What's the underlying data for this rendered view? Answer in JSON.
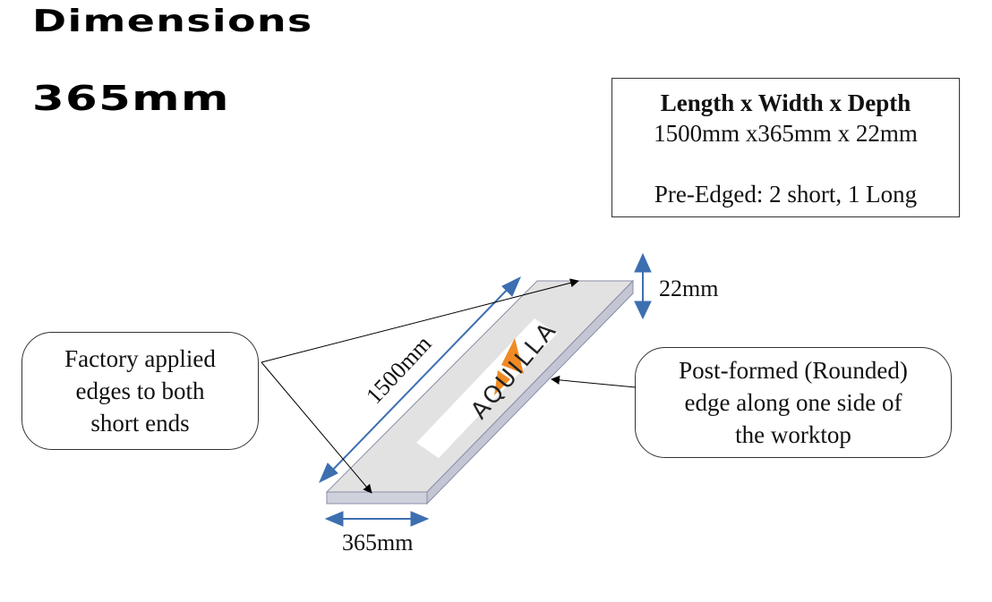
{
  "title": "Dimensions",
  "subtitle": "365mm",
  "spec_box": {
    "heading": "Length x Width x Depth",
    "size": "1500mm x365mm x 22mm",
    "edging": "Pre-Edged: 2 short, 1 Long"
  },
  "callout_left": {
    "lines": [
      "Factory applied",
      "edges to both",
      "short ends"
    ]
  },
  "callout_right": {
    "lines": [
      "Post-formed (Rounded)",
      "edge along one side of",
      "the worktop"
    ]
  },
  "dimensions": {
    "length": "1500mm",
    "width": "365mm",
    "depth": "22mm"
  },
  "logo_text": "AQUILLA",
  "colors": {
    "arrow_blue": "#3d6fb0",
    "board_top": "#e2e2e2",
    "board_edge": "#c4c6d4",
    "logo_orange": "#f08a24"
  }
}
